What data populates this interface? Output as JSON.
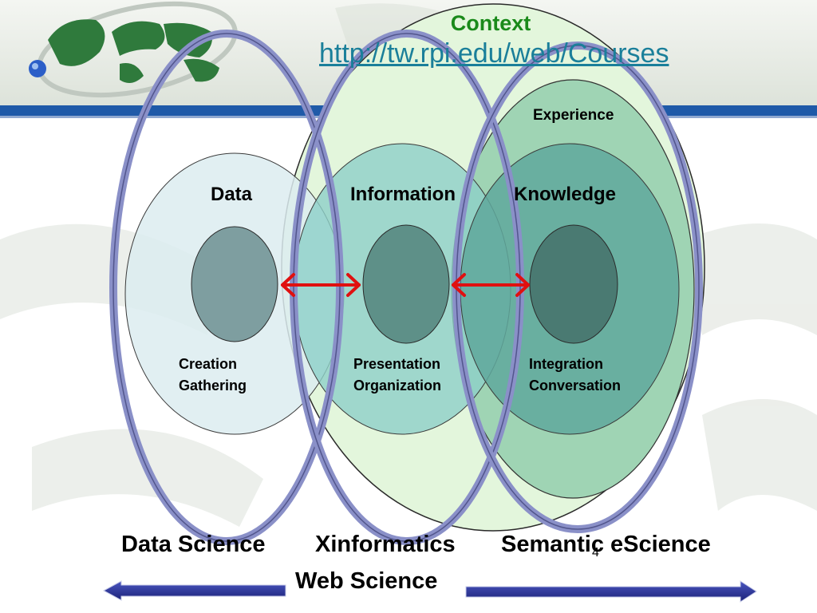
{
  "header": {
    "context_label": "Context",
    "courses_url": "http://tw.rpi.edu/web/Courses"
  },
  "diagram": {
    "experience_label": "Experience",
    "stages": [
      {
        "title": "Data",
        "activities": [
          "Creation",
          "Gathering"
        ]
      },
      {
        "title": "Information",
        "activities": [
          "Presentation",
          "Organization"
        ]
      },
      {
        "title": "Knowledge",
        "activities": [
          "Integration",
          "Conversation"
        ]
      }
    ],
    "fields": [
      "Data Science",
      "Xinformatics",
      "Semantic eScience"
    ],
    "web_science_label": "Web Science"
  },
  "footer": {
    "page_number": "4"
  },
  "colors": {
    "header_band": "#1f5aa8",
    "context_fill": "#e3f6dc",
    "experience_fill": "#9fd4b4",
    "data_fill": "#dcecf0",
    "information_fill": "#8dd0c8",
    "knowledge_fill": "#5fa89c",
    "field_ring_stroke": "#8a90c8",
    "arrow_red": "#e01010",
    "web_science_arrow": "#28308c"
  }
}
